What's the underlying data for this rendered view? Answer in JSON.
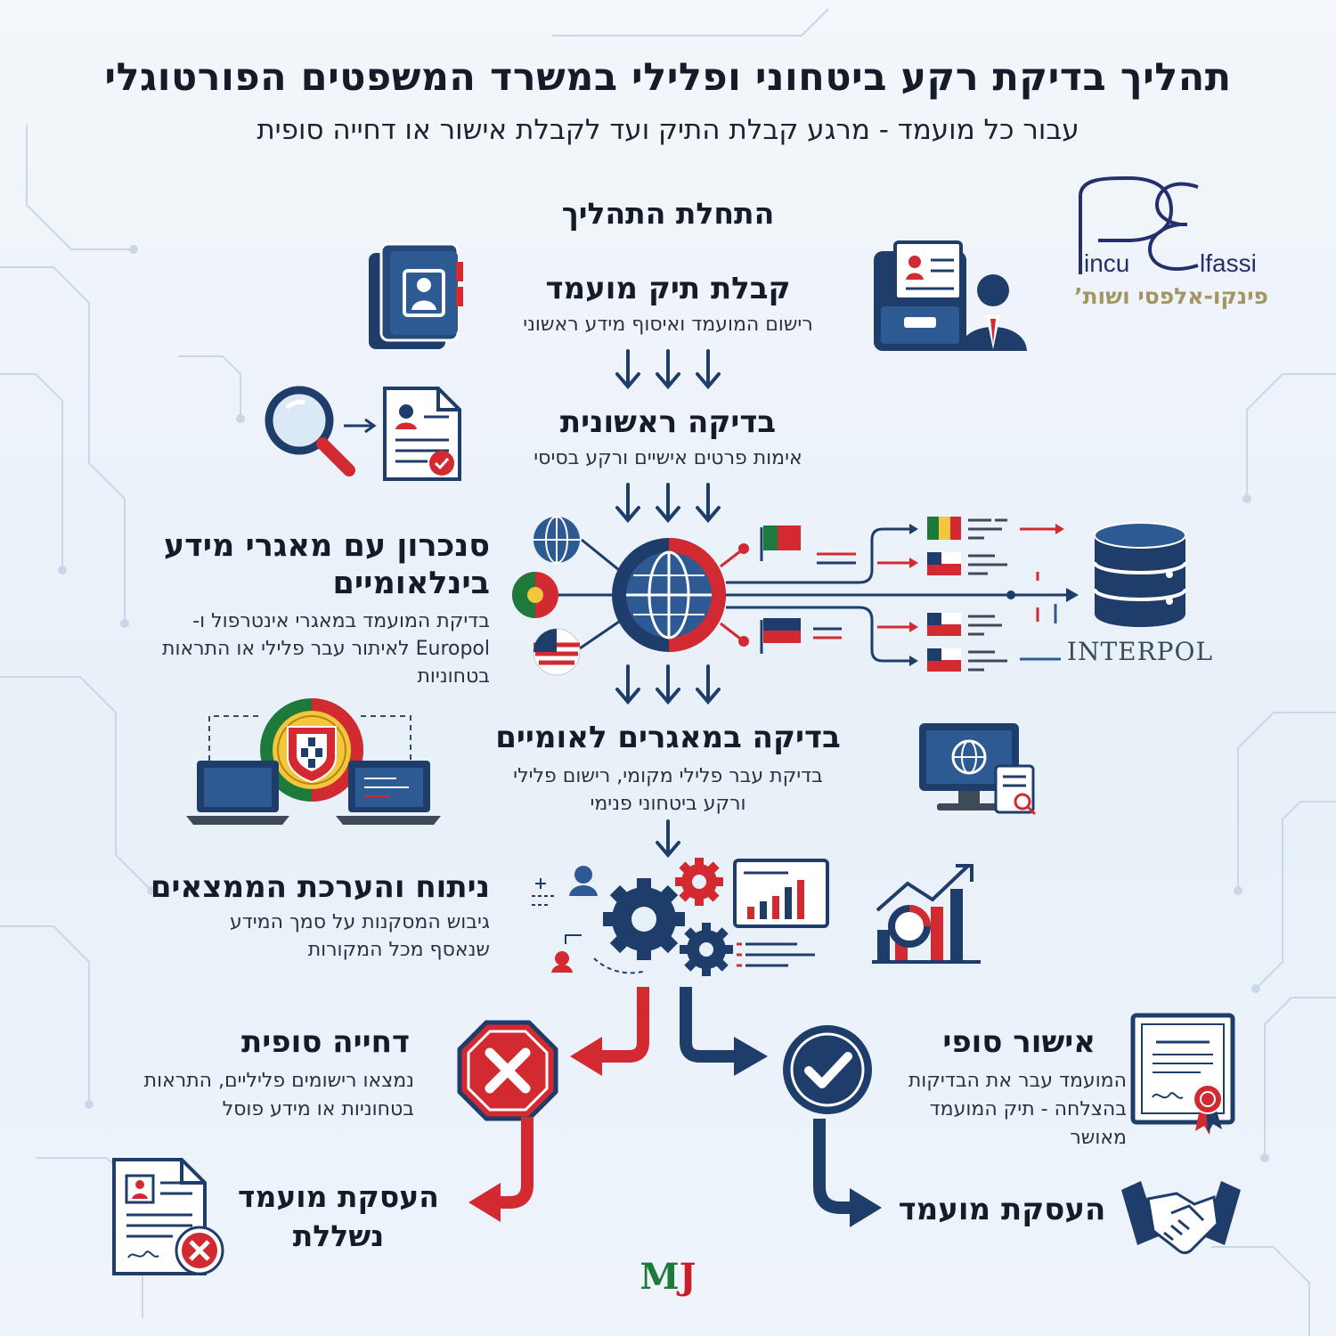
{
  "header": {
    "title": "תהליך בדיקת רקע ביטחוני ופלילי במשרד המשפטים הפורטוגלי",
    "subtitle": "עבור כל מועמד - מרגע קבלת התיק ועד לקבלת אישור או דחייה סופית"
  },
  "logo": {
    "name_left": "incu",
    "name_right": "lfassi",
    "hebrew": "פינקו-אלפסי ושות’"
  },
  "process": {
    "start_label": "התחלת התהליך",
    "steps": [
      {
        "title": "קבלת תיק מועמד",
        "desc": "רישום המועמד ואיסוף מידע ראשוני"
      },
      {
        "title": "בדיקה ראשונית",
        "desc": "אימות פרטים אישיים ורקע בסיסי"
      },
      {
        "title": "סנכרון עם מאגרי מידע בינלאומיים",
        "desc": "בדיקת המועמד במאגרי אינטרפול ו-Europol לאיתור עבר פלילי או התראות בטחוניות"
      },
      {
        "title": "בדיקה במאגרים לאומיים",
        "desc": "בדיקת עבר פלילי מקומי, רישום פלילי ורקע ביטחוני פנימי"
      },
      {
        "title": "ניתוח והערכת הממצאים",
        "desc": "גיבוש המסקנות על סמך המידע שנאסף מכל המקורות"
      }
    ],
    "rejection": {
      "title": "דחייה סופית",
      "desc": "נמצאו רישומים פליליים, התראות בטחוניות או מידע פוסל"
    },
    "approval": {
      "title": "אישור סופי",
      "desc": "המועמד עבר את הבדיקות בהצלחה - תיק המועמד מאושר"
    },
    "outcome_negative": "העסקת מועמד נשללת",
    "outcome_positive": "העסקת מועמד"
  },
  "database_label": "INTERPOL",
  "footer_logo": {
    "m": "M",
    "j": "J"
  },
  "colors": {
    "navy": "#1f3d6b",
    "red": "#d22a30",
    "gray": "#3e4a58",
    "gold": "#a49565"
  },
  "icons": [
    "candidate-file-icon",
    "profile-folder-icon",
    "magnifier-icon",
    "document-check-icon",
    "globe-hub-icon",
    "flag-icon",
    "database-icon",
    "portugal-emblem-icon",
    "laptop-icon",
    "monitor-globe-icon",
    "gears-icon",
    "bar-chart-icon",
    "stop-x-icon",
    "check-circle-icon",
    "certificate-icon",
    "rejected-document-icon",
    "handshake-icon"
  ]
}
